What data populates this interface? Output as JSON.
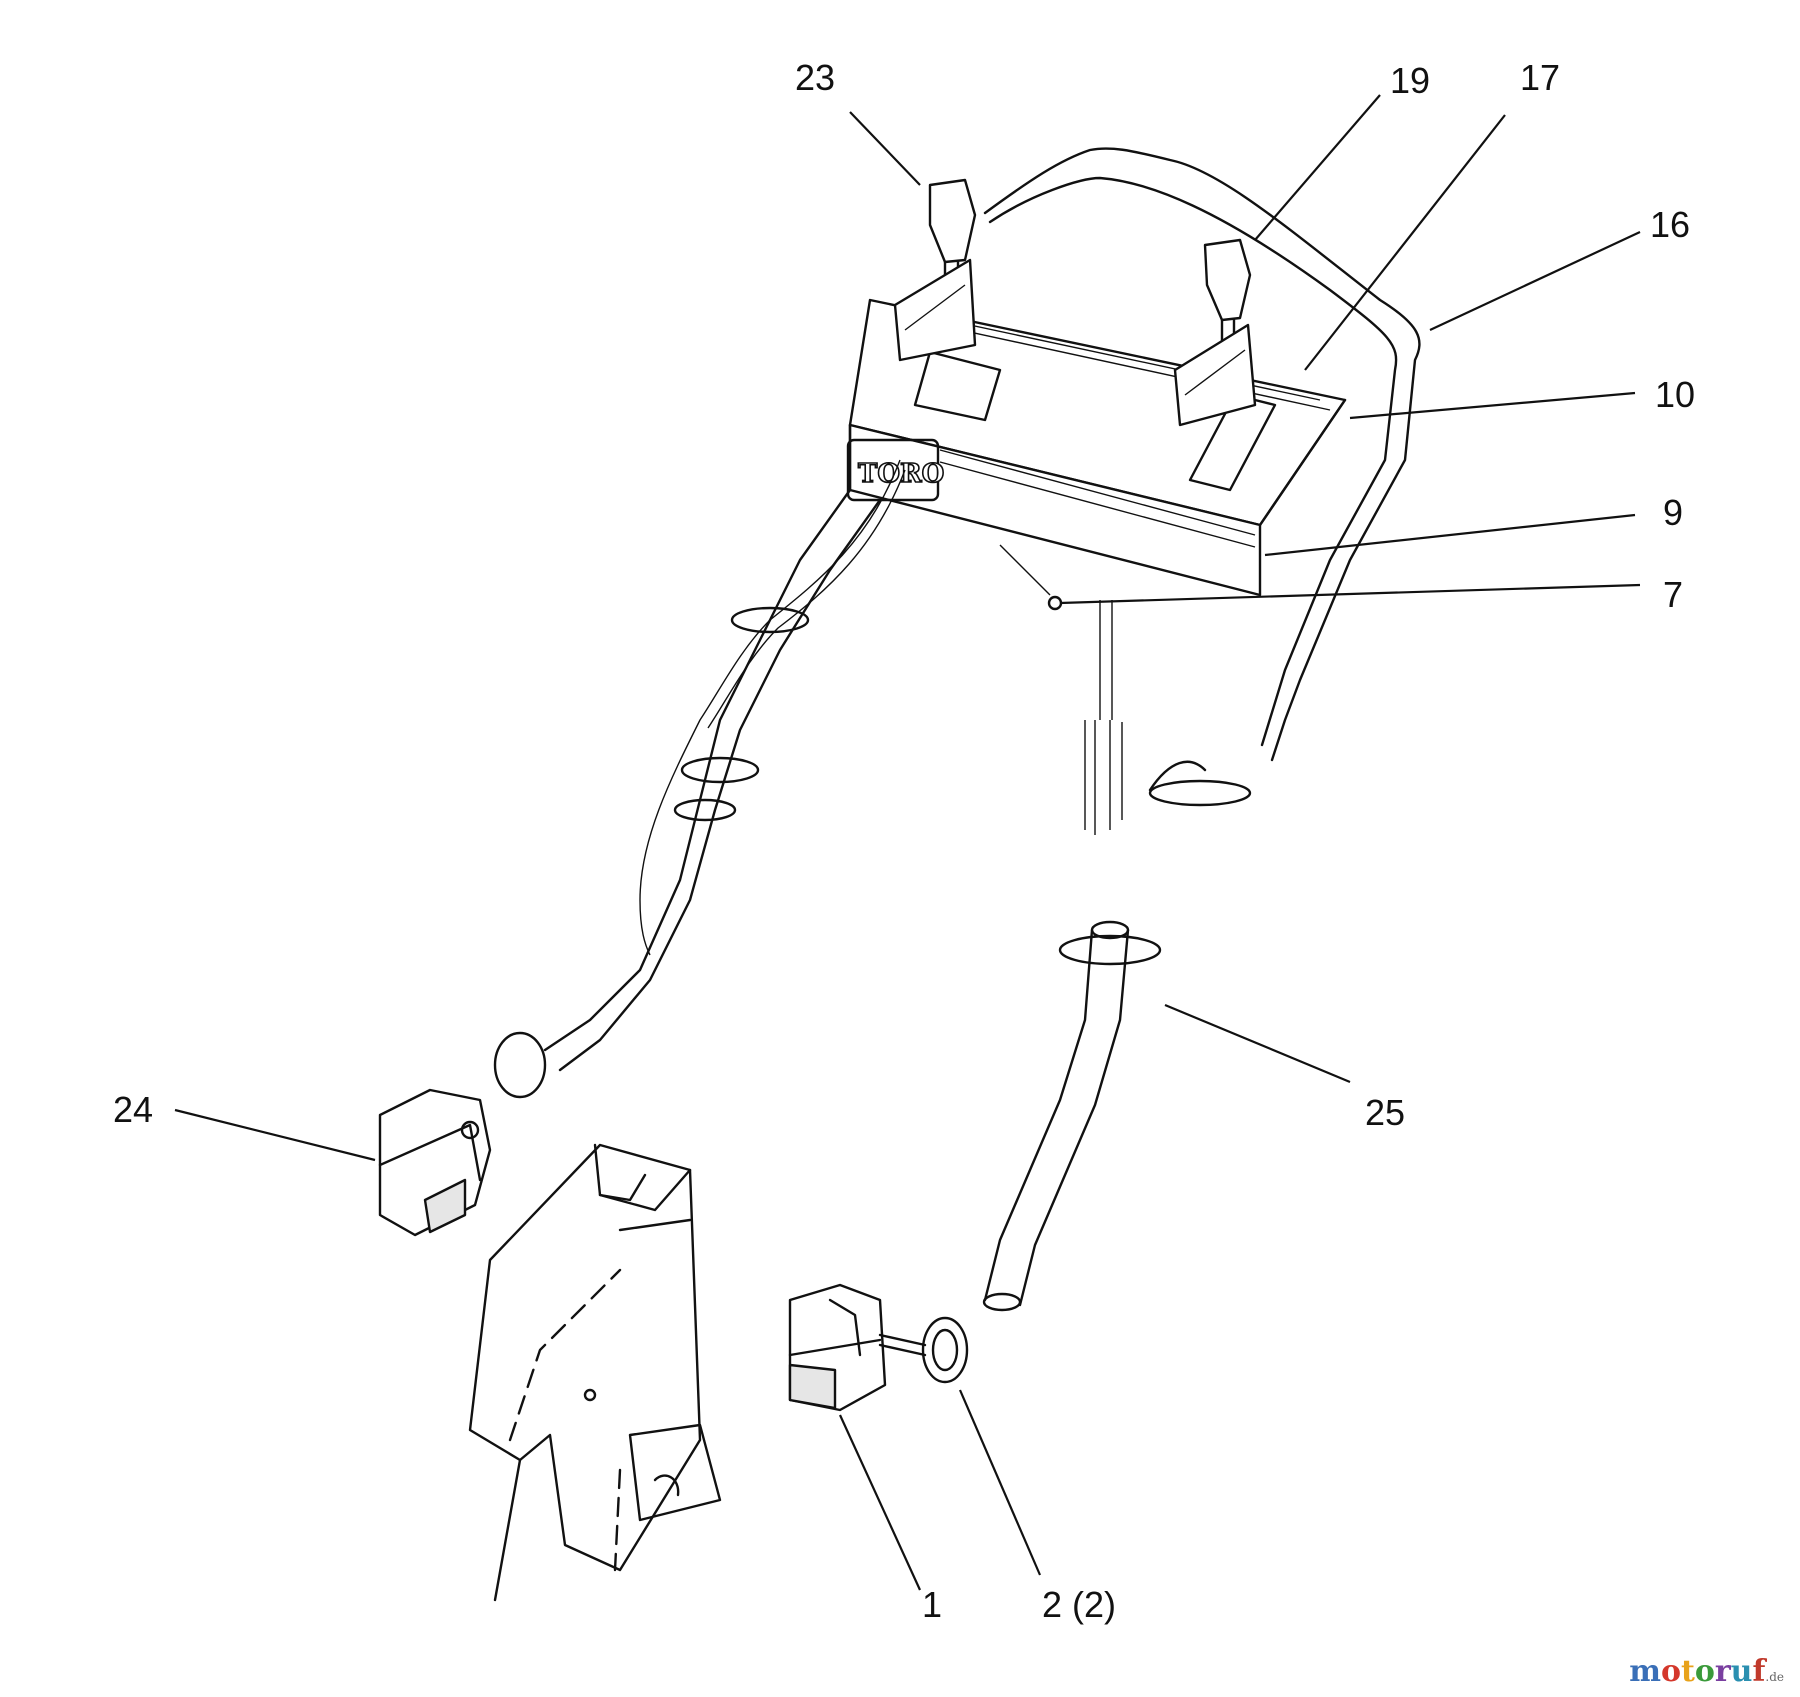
{
  "callouts": [
    {
      "id": "23",
      "label": "23"
    },
    {
      "id": "19",
      "label": "19"
    },
    {
      "id": "17",
      "label": "17"
    },
    {
      "id": "16",
      "label": "16"
    },
    {
      "id": "10",
      "label": "10"
    },
    {
      "id": "9",
      "label": "9"
    },
    {
      "id": "7",
      "label": "7"
    },
    {
      "id": "24",
      "label": "24"
    },
    {
      "id": "25",
      "label": "25"
    },
    {
      "id": "1",
      "label": "1"
    },
    {
      "id": "2",
      "label": "2 (2)"
    }
  ],
  "panel_brand": "TORO",
  "watermark": {
    "name": "motoruf",
    "suffix": ".de",
    "colors": [
      "#3a6fb7",
      "#d4372b",
      "#e8a21a",
      "#3a9a3a",
      "#7a3fa0",
      "#2a8fb0",
      "#c0392b"
    ]
  }
}
